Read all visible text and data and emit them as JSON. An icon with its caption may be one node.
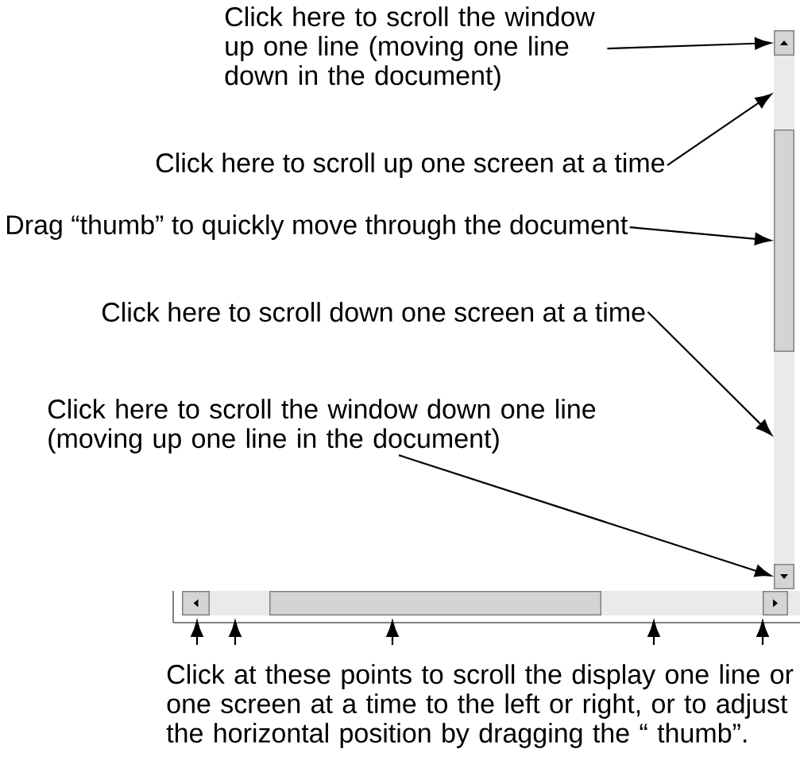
{
  "diagram": {
    "nodes": [
      {
        "text": [
          "Click here to scroll the window up one line (moving one line down in the document)"
        ]
      },
      {
        "text": [],
        "shape": "box"
      },
      {
        "text": [
          "Click here to scroll up one screen at a time"
        ]
      },
      {
        "text": [],
        "shape": "box"
      },
      {
        "text": [
          "Drag “thumb” to quickly move through the document"
        ]
      },
      {
        "text": [],
        "shape": "box"
      },
      {
        "text": [
          "Click here to scroll down one screen at a time"
        ]
      },
      {
        "text": [],
        "shape": "box"
      },
      {
        "text": [
          "Click here to scroll the window down one line (moving up one line in the document)"
        ]
      },
      {
        "text": [],
        "shape": "box"
      },
      {
        "text": [
          "Click at these points to scroll the display one line or one screen at a time to the left or right, or to adjust the horizontal position by dragging the “ thumb”."
        ]
      },
      {
        "text": [],
        "shape": "box"
      },
      {
        "text": [],
        "shape": "box"
      },
      {
        "text": [],
        "shape": "box"
      },
      {
        "text": [],
        "shape": "box"
      },
      {
        "text": [],
        "shape": "box"
      }
    ],
    "edges": [
      {
        "from": 0,
        "to": 1,
        "arrow": "to"
      },
      {
        "from": 2,
        "to": 3,
        "arrow": "to"
      },
      {
        "from": 4,
        "to": 5,
        "arrow": "to"
      },
      {
        "from": 6,
        "to": 7,
        "arrow": "to"
      },
      {
        "from": 8,
        "to": 9,
        "arrow": "to"
      },
      {
        "from": 10,
        "to": 11,
        "arrow": "to"
      },
      {
        "from": 10,
        "to": 12,
        "arrow": "to"
      },
      {
        "from": 10,
        "to": 13,
        "arrow": "to"
      },
      {
        "from": 10,
        "to": 14,
        "arrow": "to"
      },
      {
        "from": 10,
        "to": 15,
        "arrow": "to"
      }
    ]
  }
}
